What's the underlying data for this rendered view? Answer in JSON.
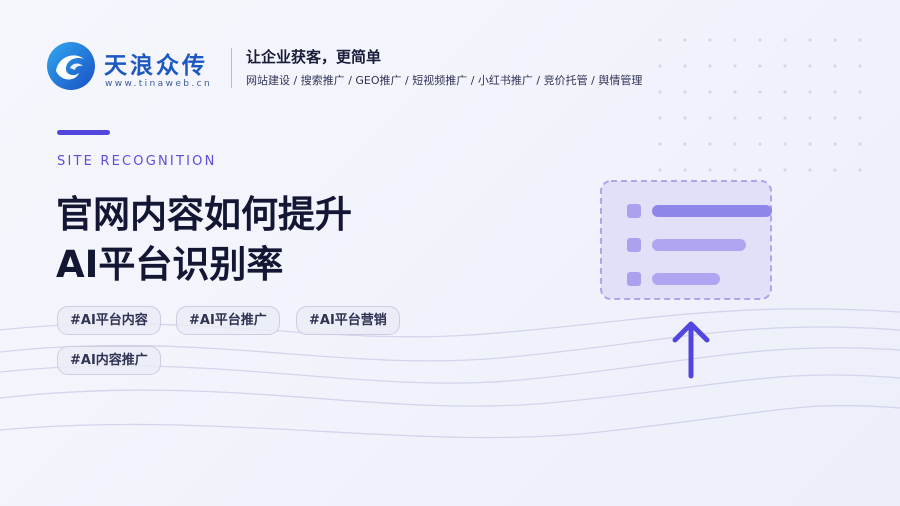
{
  "brand": {
    "name": "天浪众传",
    "url": "www.tinaweb.cn",
    "colors": {
      "primary": "#1d58c0",
      "accent": "#5147df"
    }
  },
  "header": {
    "slogan": "让企业获客，更简单",
    "services": "网站建设 / 搜索推广 / GEO推广 / 短视频推广 / 小红书推广 / 竞价托管 / 舆情管理"
  },
  "hero": {
    "eyebrow": "SITE RECOGNITION",
    "title_lines": [
      "官网内容如何提升",
      "AI平台识别率"
    ]
  },
  "tags": [
    "#AI平台内容",
    "#AI平台推广",
    "#AI平台营销",
    "#AI内容推广"
  ],
  "illustration": {
    "icons": [
      "document-list-icon",
      "arrow-up-icon"
    ],
    "colors": {
      "frame": "#a59ee9",
      "line": "#8f86ea",
      "arrow": "#5147df"
    }
  }
}
